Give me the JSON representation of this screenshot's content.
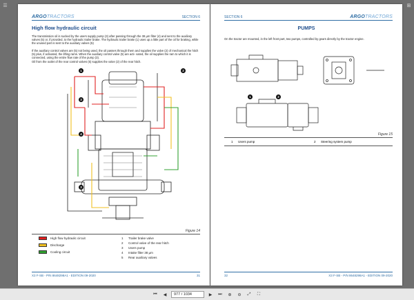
{
  "document": {
    "left_page": {
      "brand_main": "ARGO",
      "brand_sub": "TRACTORS",
      "section": "SECTION 6",
      "heading": "High flow hydraulic circuit",
      "paragraphs": [
        "The transmission oil is sucked by the users supply pump (3) after passing through the 38 µm filter (4) and sent to the auxiliary valves (5) or, if provided, to the hydraulic trailer brake. The hydraulic trailer brake (1) uses up a little part of the oil for braking, while the unused part is sent to the auxiliary valves (5)",
        "If the auxiliary control valves are (5) not being used, the oil passes through them and supplies the valve (2) of mechanical the hitch (5) plus, if activated, the lifting rams. When the auxiliary control valve (5) are acti- vated, the oil supplies the ram to which it is connected, using the entire flow rate of the pump (3).",
        "Oil from the outlet of the rear control valves (5) supplies the valve (2) of the rear hitch."
      ],
      "callouts": [
        "1",
        "2",
        "3",
        "4",
        "3"
      ],
      "figure_label": "Figure 14",
      "legend_colors": [
        {
          "label": "High flow hydraulic circuit",
          "color": "#e02020"
        },
        {
          "label": "Discharge",
          "color": "#f0c020"
        },
        {
          "label": "Cooling circuit",
          "color": "#30a030"
        }
      ],
      "legend_items": [
        {
          "num": "1",
          "label": "Trailer brake valve"
        },
        {
          "num": "2",
          "label": "Control valve of the rear hitch"
        },
        {
          "num": "3",
          "label": "Users pump"
        },
        {
          "num": "4",
          "label": "Intake filter 38 µm"
        },
        {
          "num": "5",
          "label": "Rear auxiliary valves"
        }
      ],
      "footer_left": "X3 F-SB - P/N 8648298A1 - EDITION 09-2020",
      "footer_right": "31"
    },
    "right_page": {
      "section": "SECTION 6",
      "brand_main": "ARGO",
      "brand_sub": "TRACTORS",
      "heading": "PUMPS",
      "paragraph": "On the tractor are mounted, in the left front part, two pumps, controlled by gears directly by the tractor engine.",
      "callouts": [
        "1",
        "2"
      ],
      "figure_label": "Figure 15",
      "legend_items": [
        {
          "num": "1",
          "label": "Users pump"
        },
        {
          "num": "2",
          "label": "Steering system pump"
        }
      ],
      "footer_left": "32",
      "footer_right": "X3 F-SB - P/N 8648298A1 - EDITION 09-2020"
    }
  },
  "toolbar": {
    "page_value": "977 / 1034"
  },
  "colors": {
    "accent": "#2e6da4",
    "heading": "#1f4e8c"
  }
}
